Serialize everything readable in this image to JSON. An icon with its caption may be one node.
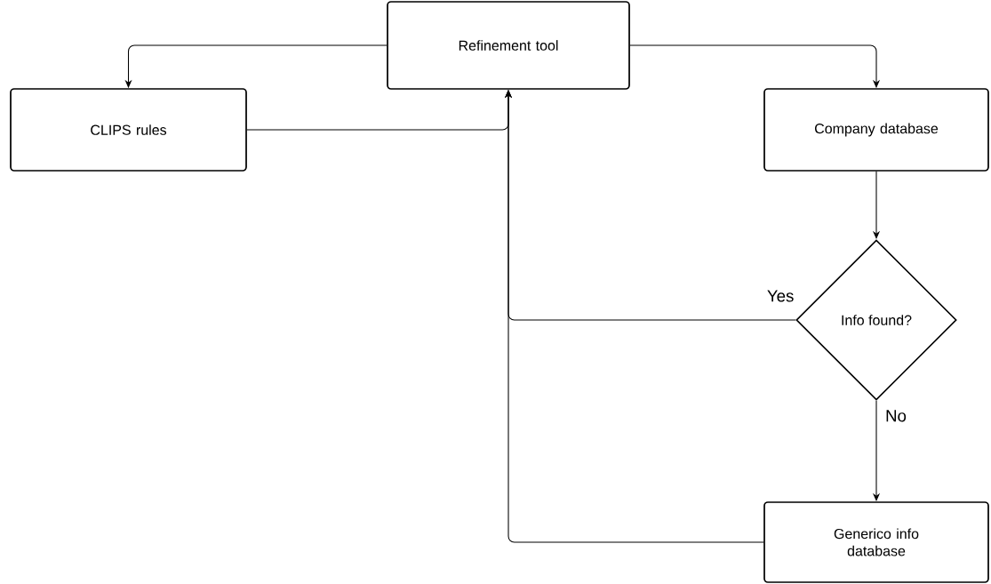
{
  "diagram": {
    "nodes": [
      {
        "text": [
          "Refinement tool"
        ]
      },
      {
        "text": [
          "CLIPS rules"
        ]
      },
      {
        "text": [
          "Company database"
        ]
      },
      {
        "text": [
          "Info found?"
        ]
      },
      {
        "text": [
          "Generico info database"
        ]
      }
    ],
    "edges": [
      {
        "from": 0,
        "to": 1,
        "arrow": "to"
      },
      {
        "from": 0,
        "to": 2,
        "arrow": "to"
      },
      {
        "from": 1,
        "to": 0,
        "arrow": "to"
      },
      {
        "from": 2,
        "to": 3,
        "arrow": "to"
      },
      {
        "from": 3,
        "to": 0,
        "arrow": "to",
        "label": "Yes"
      },
      {
        "from": 3,
        "to": 4,
        "arrow": "to",
        "label": "No"
      },
      {
        "from": 4,
        "to": 0,
        "arrow": "to"
      }
    ]
  }
}
